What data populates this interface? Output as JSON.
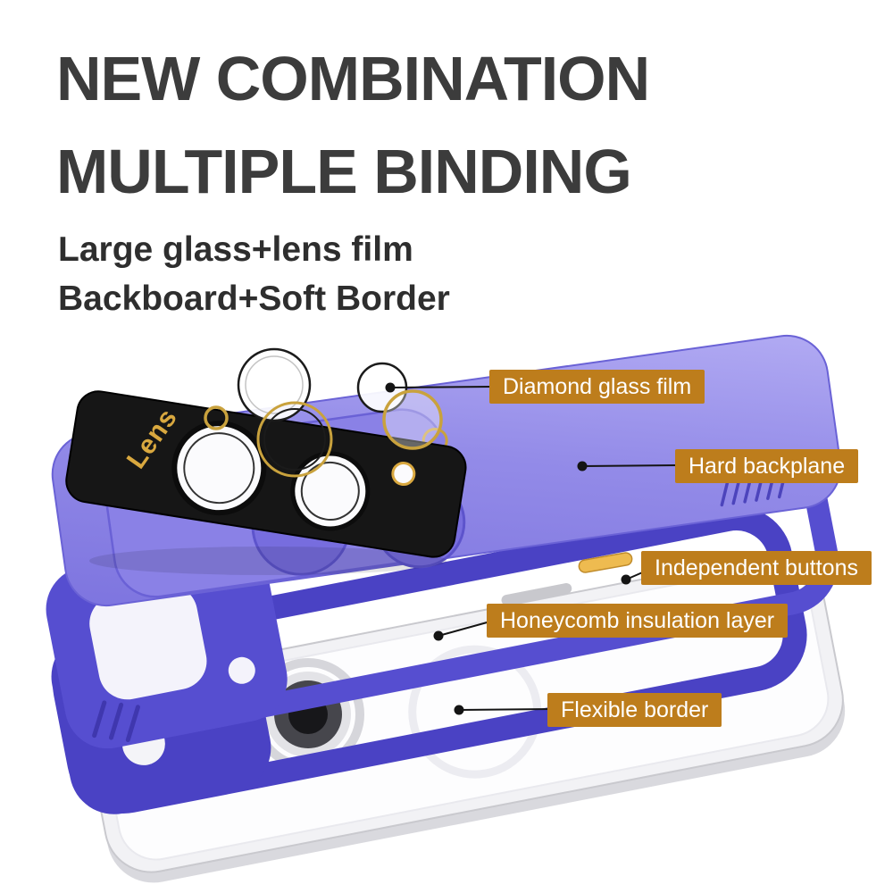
{
  "page": {
    "background": "#ffffff"
  },
  "heading": {
    "line1": "NEW COMBINATION",
    "line2": "MULTIPLE BINDING"
  },
  "subheading": {
    "line1": "Large glass+lens film",
    "line2": "Backboard+Soft Border"
  },
  "callouts": [
    {
      "text": "Diamond glass film"
    },
    {
      "text": "Hard backplane"
    },
    {
      "text": "Independent buttons"
    },
    {
      "text": "Honeycomb insulation layer"
    },
    {
      "text": "Flexible border"
    }
  ],
  "illustration": {
    "lens_film_label": "Lens",
    "layers_bottom_to_top": [
      "phone",
      "flexible border",
      "honeycomb insulation layer",
      "hard backplane",
      "lens film",
      "diamond glass film rings"
    ],
    "colors": {
      "callout_bg": "#bd7d1c",
      "callout_text": "#ffffff",
      "heading_text": "#3c3c3c",
      "case_purple_light": "#b0aaf2",
      "case_purple_mid": "#938be8",
      "case_purple_border": "#4a42c4",
      "lens_film_black": "#161616",
      "gold_accent": "#c9a23d",
      "phone_silver": "#f2f2f5"
    }
  }
}
